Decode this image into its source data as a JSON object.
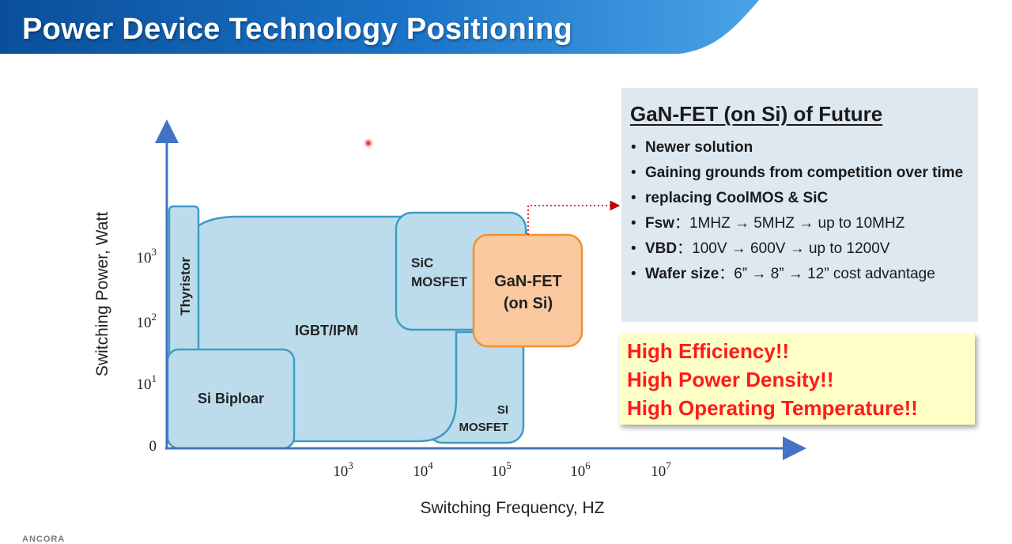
{
  "title": "Power Device Technology Positioning",
  "colors": {
    "banner_dark": "#0b59a8",
    "banner_light": "#3d97e0",
    "region_fill": "#bcdcec",
    "region_stroke": "#3e9cc6",
    "gan_fill": "#fbc9a0",
    "gan_stroke": "#f0922e",
    "axis": "#4472c4",
    "connector": "#c00000",
    "highlight_text": "#ff1a1a"
  },
  "diagram": {
    "y_axis_label": "Switching Power, Watt",
    "x_axis_label": "Switching Frequency, HZ",
    "y_ticks": [
      {
        "base": "0",
        "exp": ""
      },
      {
        "base": "10",
        "exp": "1"
      },
      {
        "base": "10",
        "exp": "2"
      },
      {
        "base": "10",
        "exp": "3"
      }
    ],
    "x_ticks": [
      {
        "base": "10",
        "exp": "3"
      },
      {
        "base": "10",
        "exp": "4"
      },
      {
        "base": "10",
        "exp": "5"
      },
      {
        "base": "10",
        "exp": "6"
      },
      {
        "base": "10",
        "exp": "7"
      }
    ],
    "regions": {
      "thyristor": "Thyristor",
      "igbt": "IGBT/IPM",
      "si_bipolar": "Si Biploar",
      "sic_line1": "SiC",
      "sic_line2": "MOSFET",
      "si_mosfet_line1": "SI",
      "si_mosfet_line2": "MOSFET",
      "gan_line1": "GaN-FET",
      "gan_line2": "(on Si)"
    }
  },
  "info_box": {
    "title": "GaN-FET (on Si) of Future",
    "bullet": "•",
    "items": [
      {
        "label": "Newer solution",
        "text": ""
      },
      {
        "label": "Gaining grounds from competition over time",
        "text": ""
      },
      {
        "label": "replacing CoolMOS & SiC",
        "text": ""
      },
      {
        "label": "Fsw",
        "text": "：1MHZ → 5MHZ → up to 10MHZ"
      },
      {
        "label": "VBD",
        "text": "：100V → 600V → up to 1200V"
      },
      {
        "label": "Wafer size",
        "text": "：6” → 8” → 12” cost advantage"
      }
    ]
  },
  "highlights": [
    "High Efficiency!!",
    "High Power Density!!",
    "High Operating Temperature!!"
  ],
  "footer": "ANCORA"
}
